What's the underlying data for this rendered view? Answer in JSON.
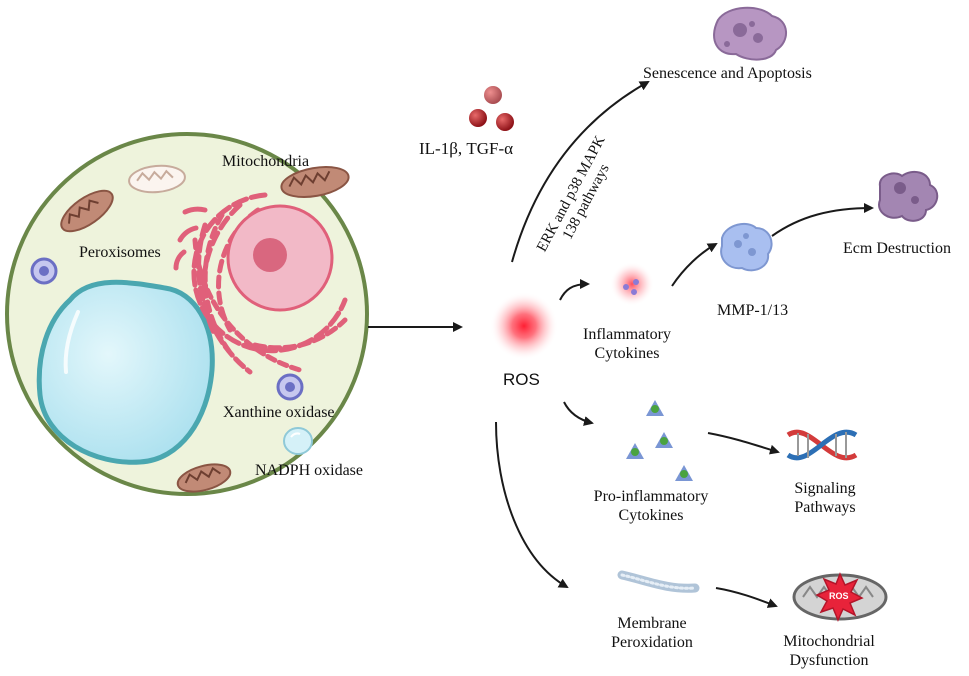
{
  "labels": {
    "mitochondria": "Mitochondria",
    "peroxisomes": "Peroxisomes",
    "xanthine_oxidase": "Xanthine oxidase",
    "nadph_oxidase": "NADPH oxidase",
    "il_tgf": "IL-1β, TGF-α",
    "ros": "ROS",
    "pathway_line1": "ERK and p38 MAPK",
    "pathway_line2": "138 pathways",
    "senescence": "Senescence and Apoptosis",
    "inflammatory_line1": "Inflammatory",
    "inflammatory_line2": "Cytokines",
    "mmp": "MMP-1/13",
    "ecm": "Ecm Destruction",
    "proinflammatory_line1": "Pro-inflammatory",
    "proinflammatory_line2": "Cytokines",
    "signaling_line1": "Signaling",
    "signaling_line2": "Pathways",
    "membrane_line1": "Membrane",
    "membrane_line2": "Peroxidation",
    "mito_dys_line1": "Mitochondrial",
    "mito_dys_line2": "Dysfunction",
    "ros_badge": "ROS"
  },
  "colors": {
    "cell_fill": "#eef3dc",
    "cell_border": "#6a8748",
    "nucleus_fill": "#bfe8f3",
    "nucleus_border": "#4aa7b0",
    "er_pink": "#e0607a",
    "mito_brown": "#b07a66",
    "ros_red": "#f02b3c",
    "blood_red": "#b3202a",
    "dna_red": "#d33b3b",
    "dna_blue": "#2c6fb5",
    "arrow": "#1a1a1a"
  }
}
